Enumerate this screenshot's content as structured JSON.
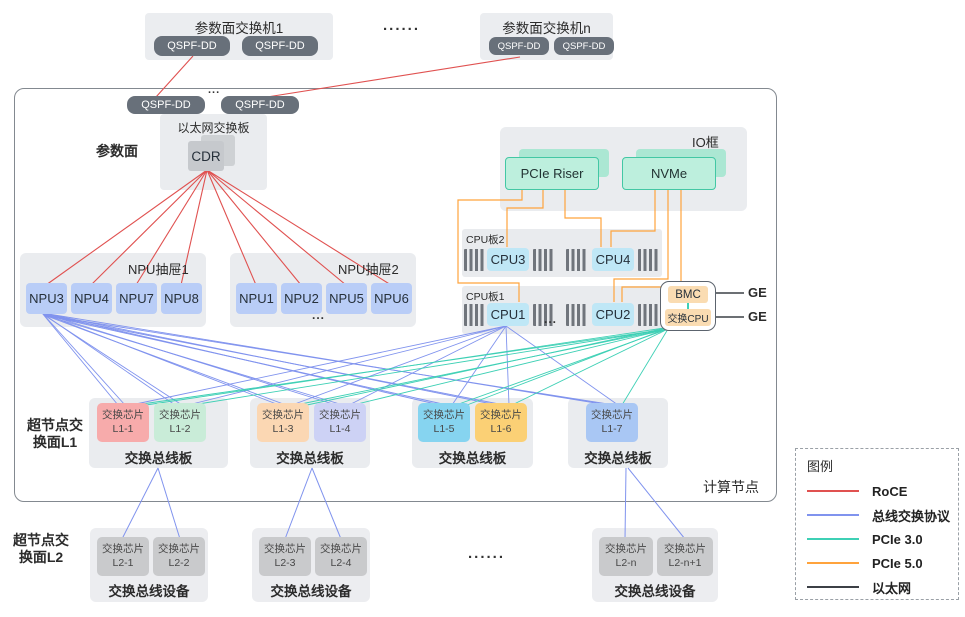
{
  "colors": {
    "roce_red": "#e05150",
    "bus_switch_blue": "#8093ee",
    "pcie3_teal": "#3ed0b5",
    "pcie5_orange": "#ffa33c",
    "ethernet_black": "#3c4046",
    "qspf_badge": "#68707a",
    "npu_box": "#b9cdf7",
    "cpu_box": "#bfe7f6",
    "bmc_box": "#fadcb2"
  },
  "top_switches": {
    "switch1": {
      "title": "参数面交换机1",
      "ports": [
        "QSPF-DD",
        "QSPF-DD"
      ]
    },
    "dots": "......",
    "switchN": {
      "title": "参数面交换机n",
      "ports": [
        "QSPF-DD",
        "QSPF-DD"
      ]
    }
  },
  "compute_node": {
    "label": "计算节点",
    "plane_label": "参数面",
    "uplink_ports": [
      "QSPF-DD",
      "QSPF-DD"
    ],
    "uplink_dots": "...",
    "ethernet_switch_board": {
      "title": "以太网交换板",
      "chip": "CDR"
    },
    "io_frame": {
      "title": "IO框",
      "modules": [
        "PCIe Riser",
        "NVMe"
      ]
    },
    "cpu_board2": {
      "title": "CPU板2",
      "cpus": [
        "CPU3",
        "CPU4"
      ]
    },
    "cpu_board1": {
      "title": "CPU板1",
      "cpus": [
        "CPU1",
        "CPU2"
      ],
      "dots": "..."
    },
    "bmc_module": {
      "bmc": "BMC",
      "switch_cpu": "交换CPU",
      "ge_labels": [
        "GE",
        "GE"
      ]
    },
    "npu_drawer1": {
      "title": "NPU抽屉1",
      "npus": [
        "NPU3",
        "NPU4",
        "NPU7",
        "NPU8"
      ]
    },
    "npu_drawer2": {
      "title": "NPU抽屉2",
      "npus": [
        "NPU1",
        "NPU2",
        "NPU5",
        "NPU6"
      ],
      "dots": "..."
    }
  },
  "l1_plane": {
    "label_line1": "超节点交",
    "label_line2": "换面L1",
    "board_label": "交换总线板",
    "chip_title": "交换芯片",
    "boards": [
      {
        "label": "交换总线板",
        "chips": [
          {
            "title": "交换芯片",
            "id": "L1-1",
            "color": "#f7abab"
          },
          {
            "title": "交换芯片",
            "id": "L1-2",
            "color": "#c9ecd8"
          }
        ]
      },
      {
        "label": "交换总线板",
        "chips": [
          {
            "title": "交换芯片",
            "id": "L1-3",
            "color": "#fbd7b3"
          },
          {
            "title": "交换芯片",
            "id": "L1-4",
            "color": "#cdd2f5"
          }
        ]
      },
      {
        "label": "交换总线板",
        "chips": [
          {
            "title": "交换芯片",
            "id": "L1-5",
            "color": "#86d4f0"
          },
          {
            "title": "交换芯片",
            "id": "L1-6",
            "color": "#fbd075"
          }
        ]
      },
      {
        "label": "交换总线板",
        "chips": [
          {
            "title": "交换芯片",
            "id": "L1-7",
            "color": "#a9c7f4"
          }
        ]
      }
    ]
  },
  "l2_plane": {
    "label_line1": "超节点交",
    "label_line2": "换面L2",
    "chip_title": "交换芯片",
    "dots": "......",
    "devices": [
      {
        "label": "交换总线设备",
        "chips": [
          "L2-1",
          "L2-2"
        ]
      },
      {
        "label": "交换总线设备",
        "chips": [
          "L2-3",
          "L2-4"
        ]
      },
      {
        "label": "交换总线设备",
        "chips": [
          "L2-n",
          "L2-n+1"
        ]
      }
    ]
  },
  "legend": {
    "title": "图例",
    "entries": [
      {
        "label": "RoCE",
        "color": "#e05150"
      },
      {
        "label": "总线交换协议",
        "color": "#8093ee"
      },
      {
        "label": "PCIe 3.0",
        "color": "#3ed0b5"
      },
      {
        "label": "PCIe 5.0",
        "color": "#ffa33c"
      },
      {
        "label": "以太网",
        "color": "#3c4046"
      }
    ]
  }
}
